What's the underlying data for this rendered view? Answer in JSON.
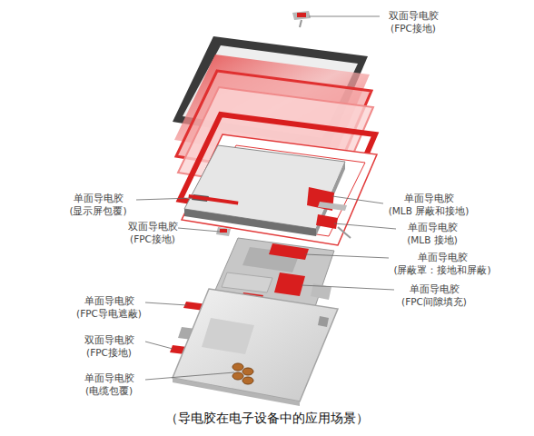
{
  "diagram": {
    "caption": "（导电胶在电子设备中的应用场景）",
    "labels": [
      "双面导电胶",
      "(FPC接地)",
      "单面导电胶",
      "(显示屏包覆)",
      "单面导电胶",
      "(MLB 屏蔽和接地)",
      "双面导电胶",
      "(FPC接地)",
      "单面导电胶",
      "(MLB 接地)",
      "单面导电胶",
      "(屏蔽罩：接地和屏蔽)",
      "单面导电胶",
      "(FPC间隙填充)",
      "单面导电胶",
      "(FPC导电遮蔽)",
      "双面导电胶",
      "(FPC接地)",
      "单面导电胶",
      "(电缆包覆)"
    ]
  }
}
